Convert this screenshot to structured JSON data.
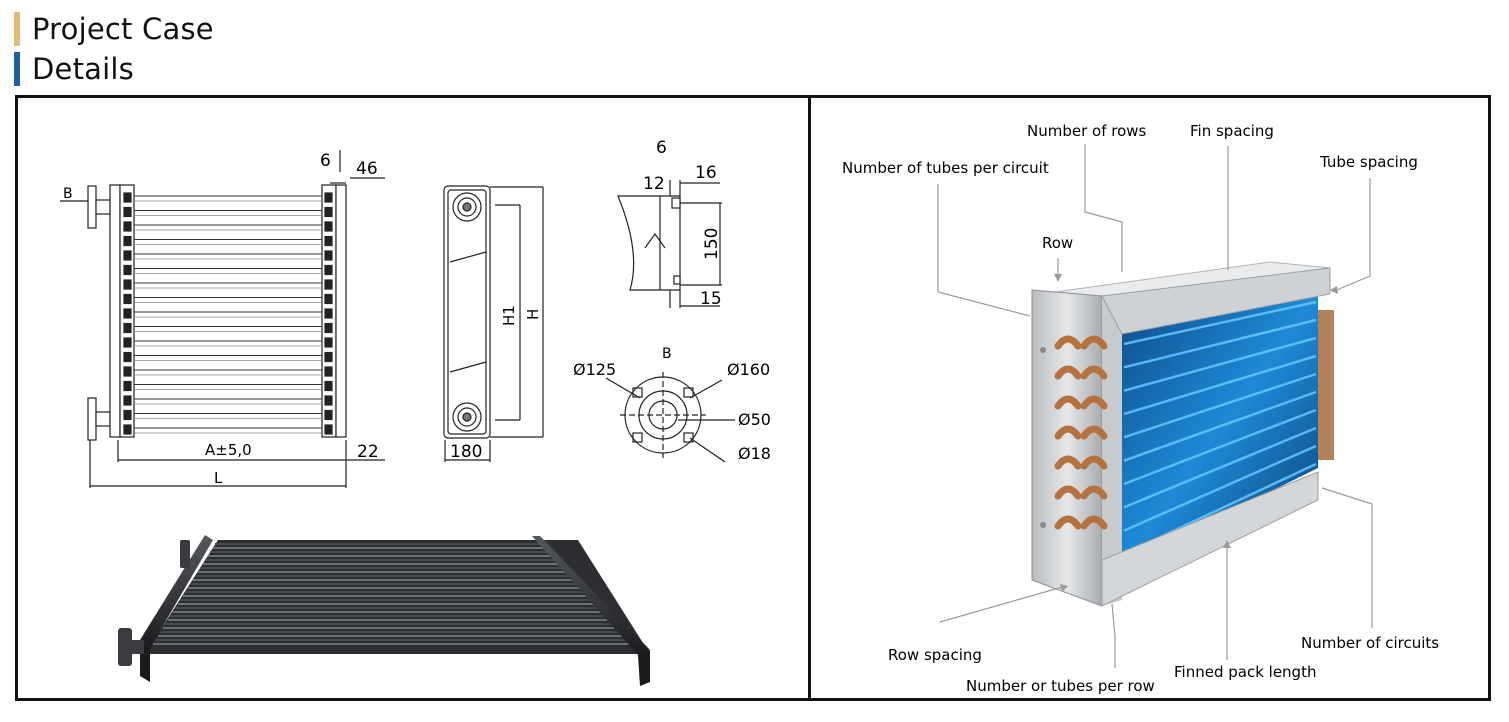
{
  "headings": [
    {
      "text": "Project Case",
      "color": "#e0bd72"
    },
    {
      "text": "Details",
      "color": "#1d5fa8"
    }
  ],
  "drawing": {
    "front_view": {
      "label_b": "B",
      "dim_top_6": "6",
      "dim_top_46": "46",
      "dim_a": "A±5,0",
      "dim_22": "22",
      "dim_l": "L"
    },
    "side_view": {
      "dim_h1": "H1",
      "dim_h": "H",
      "dim_180": "180"
    },
    "header_detail": {
      "dim_6": "6",
      "dim_16": "16",
      "dim_12": "12",
      "dim_150": "150",
      "dim_15": "15"
    },
    "flange_detail": {
      "label_b": "B",
      "d125": "Ø125",
      "d160": "Ø160",
      "d50": "Ø50",
      "d18": "Ø18"
    }
  },
  "coil_labels": {
    "number_of_rows": "Number of rows",
    "fin_spacing": "Fin spacing",
    "tubes_per_circuit": "Number of tubes per circuit",
    "tube_spacing": "Tube spacing",
    "row": "Row",
    "row_spacing": "Row spacing",
    "tubes_per_row": "Number or tubes per row",
    "finned_pack_length": "Finned pack length",
    "number_of_circuits": "Number of circuits"
  }
}
